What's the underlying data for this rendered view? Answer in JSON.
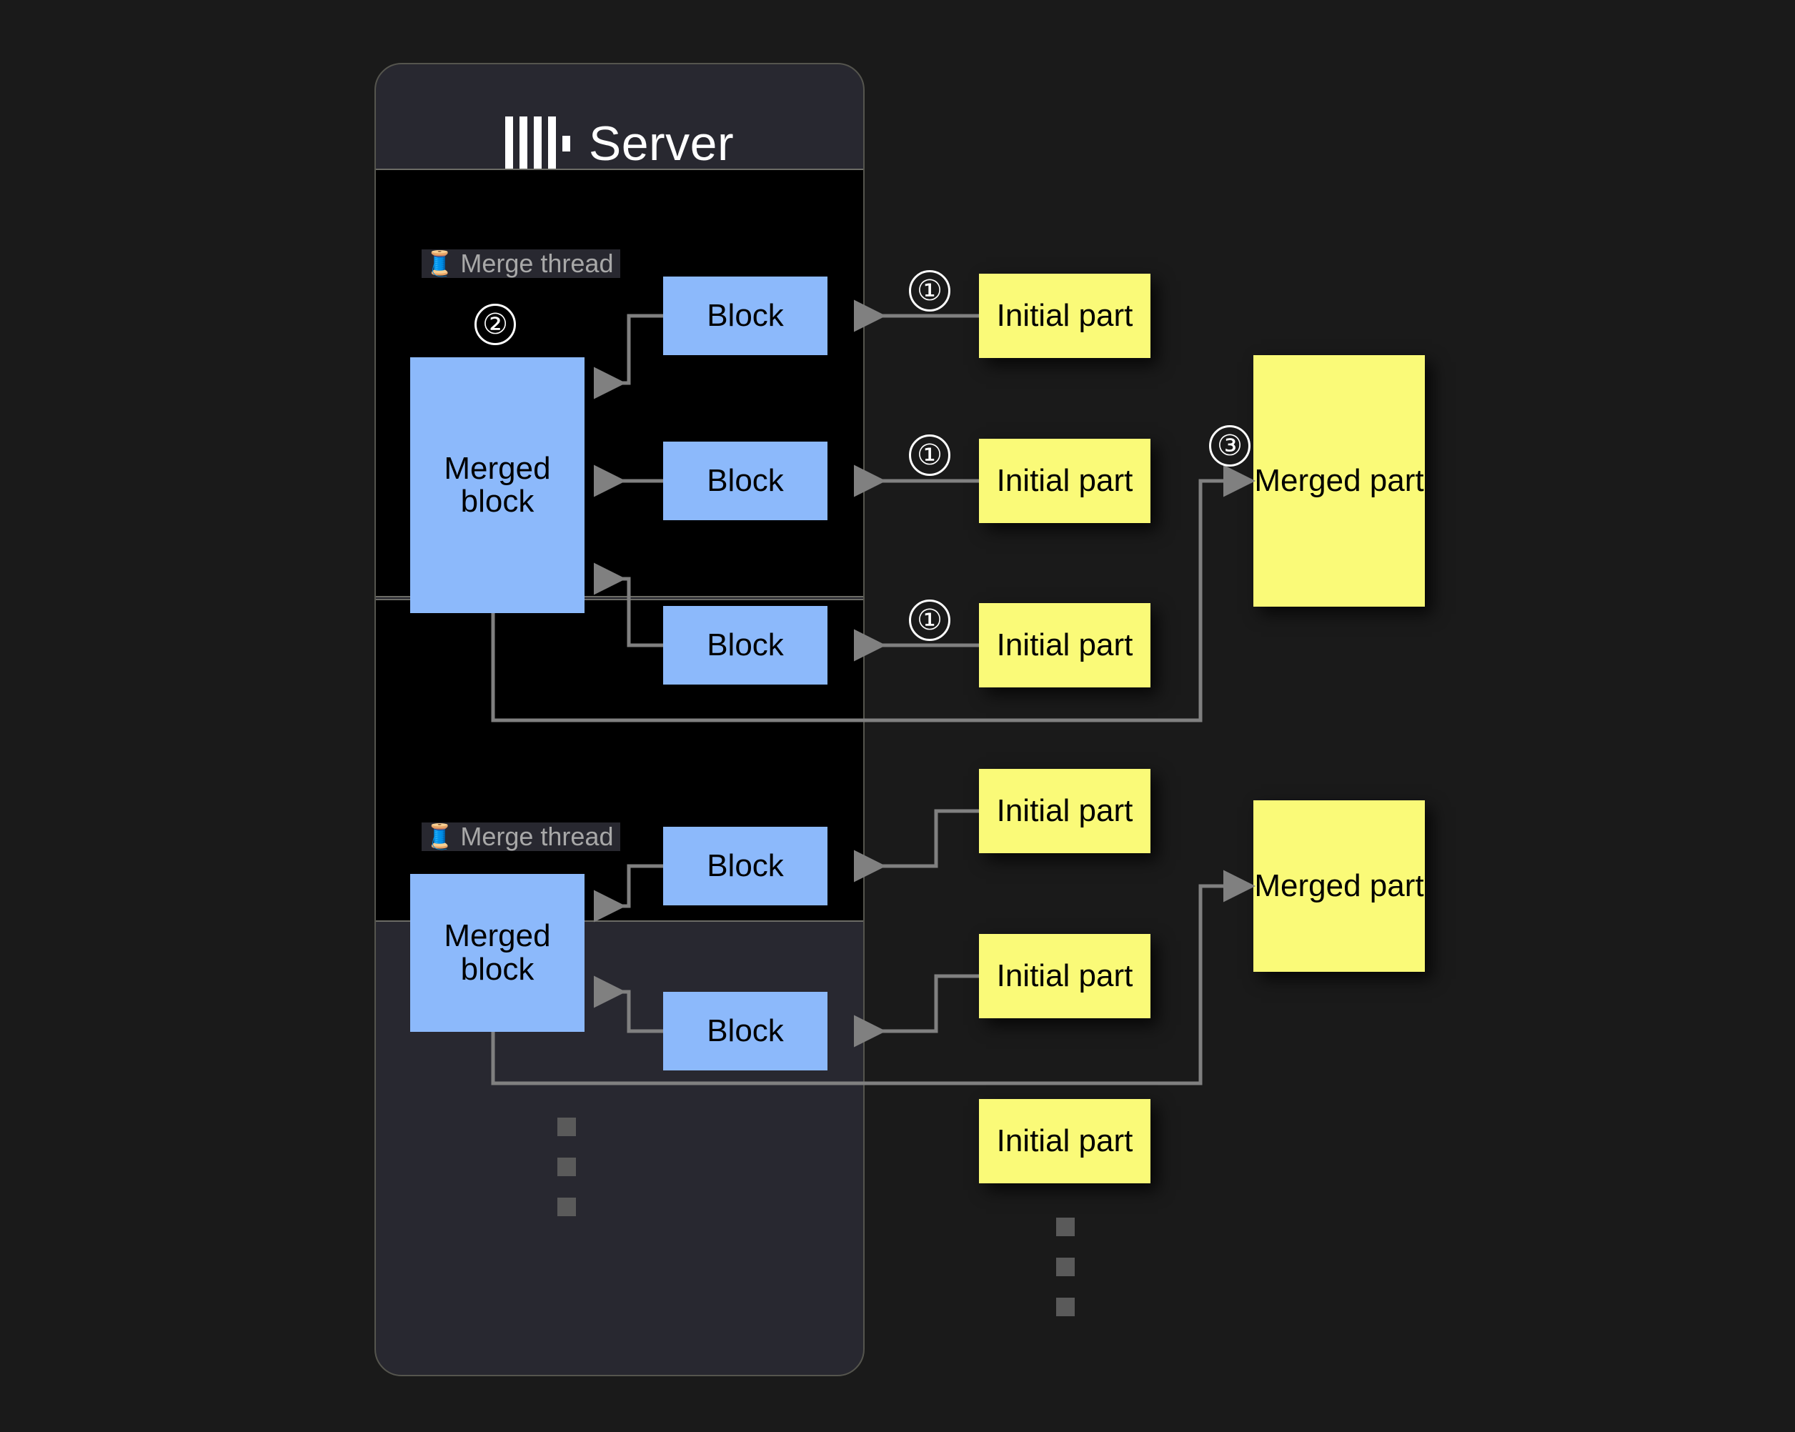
{
  "page": {
    "background": "#1a1a1a",
    "title": "ClickHouse merge of parts by merge threads"
  },
  "server": {
    "title": "Server",
    "logo_icon": "clickhouse-logo-icon",
    "card_bg": "#282830",
    "border_color": "#55554e"
  },
  "colors": {
    "block_blue": "#8cb9fb",
    "part_yellow": "#fafa78",
    "thread_bg": "#000000",
    "thread_border": "#6c6c66",
    "arrow": "#808080",
    "legend_text": "#a8a8a8"
  },
  "threads": [
    {
      "legend_emoji": "🧵",
      "legend_label": "Merge thread",
      "merged_block_label": "Merged block",
      "blocks": [
        {
          "label": "Block"
        },
        {
          "label": "Block"
        },
        {
          "label": "Block"
        }
      ],
      "initial_parts": [
        {
          "label": "Initial part",
          "step": "①"
        },
        {
          "label": "Initial part",
          "step": "①"
        },
        {
          "label": "Initial part",
          "step": "①"
        }
      ],
      "merged_part": {
        "label": "Merged part",
        "step": "③"
      },
      "merge_step": "②"
    },
    {
      "legend_emoji": "🧵",
      "legend_label": "Merge thread",
      "merged_block_label": "Merged block",
      "blocks": [
        {
          "label": "Block"
        },
        {
          "label": "Block"
        }
      ],
      "initial_parts": [
        {
          "label": "Initial part",
          "step": ""
        },
        {
          "label": "Initial part",
          "step": ""
        }
      ],
      "merged_part": {
        "label": "Merged part",
        "step": ""
      },
      "merge_step": ""
    }
  ],
  "extra_parts": [
    {
      "label": "Initial part"
    }
  ],
  "ellipsis": {
    "server_dots": 3,
    "parts_dots": 3
  },
  "labels": {
    "block": "Block",
    "merged_block": "Merged block",
    "initial_part": "Initial part",
    "merged_part": "Merged part",
    "merge_thread": "Merge thread"
  }
}
